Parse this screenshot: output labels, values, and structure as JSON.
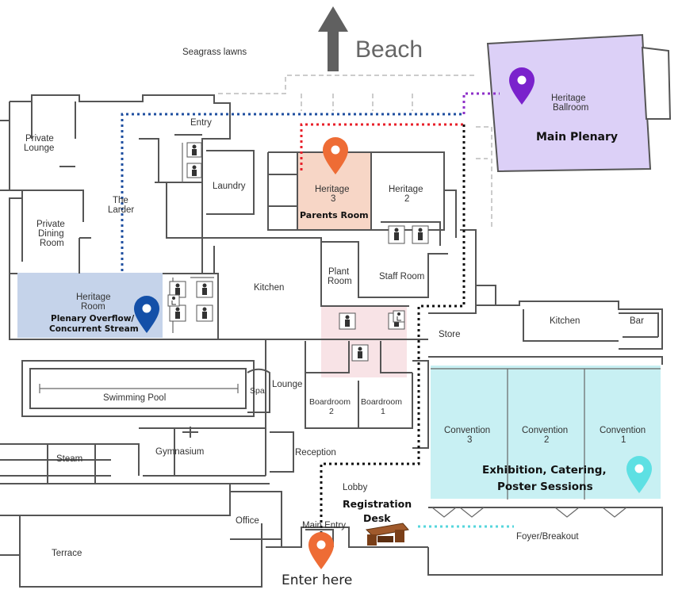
{
  "top": {
    "seagrass": "Seagrass lawns",
    "beach": "Beach"
  },
  "rooms": {
    "entry": "Entry",
    "private_lounge": [
      "Private",
      "Lounge"
    ],
    "laundry": "Laundry",
    "larder": [
      "The",
      "Larder"
    ],
    "private_dining": [
      "Private",
      "Dining",
      "Room"
    ],
    "heritage3": [
      "Heritage",
      "3"
    ],
    "heritage2": [
      "Heritage",
      "2"
    ],
    "heritage_room": [
      "Heritage",
      "Room"
    ],
    "heritage_ballroom": [
      "Heritage",
      "Ballroom"
    ],
    "kitchen": "Kitchen",
    "plant_room": [
      "Plant",
      "Room"
    ],
    "staff_room": "Staff Room",
    "store": "Store",
    "kitchen2": "Kitchen",
    "bar": "Bar",
    "swimming_pool": "Swimming Pool",
    "spa": "Spa",
    "lounge": "Lounge",
    "boardroom2": [
      "Boardroom",
      "2"
    ],
    "boardroom1": [
      "Boardroom",
      "1"
    ],
    "convention3": [
      "Convention",
      "3"
    ],
    "convention2": [
      "Convention",
      "2"
    ],
    "convention1": [
      "Convention",
      "1"
    ],
    "steam": "Steam",
    "gymnasium": "Gymnasium",
    "reception": "Reception",
    "lobby": "Lobby",
    "office": "Office",
    "main_entry": "Main Entry",
    "terrace": "Terrace",
    "foyer": "Foyer/Breakout"
  },
  "labels": {
    "main_plenary": "Main Plenary",
    "parents_room": "Parents Room",
    "plenary_overflow": [
      "Plenary Overflow/",
      "Concurrent Stream"
    ],
    "exhibition": [
      "Exhibition, Catering,",
      "Poster Sessions"
    ],
    "registration": [
      "Registration",
      "Desk"
    ],
    "enter_here": "Enter here"
  },
  "colors": {
    "ballroom": "#dcd0f7",
    "heritage3": "#f7d6c6",
    "heritage_room": "#c5d3ea",
    "convention": "#c8f0f3",
    "toilets": "#f8e3e6",
    "pin_purple": "#7a22cc",
    "pin_orange": "#ee6c35",
    "pin_blue": "#1450a8",
    "pin_cyan": "#5ee0e3",
    "route_navy": "#1f4fa0",
    "route_red": "#e8202a",
    "route_purple": "#8e30c8",
    "route_black": "#111111",
    "route_cyan": "#56d6dc"
  }
}
